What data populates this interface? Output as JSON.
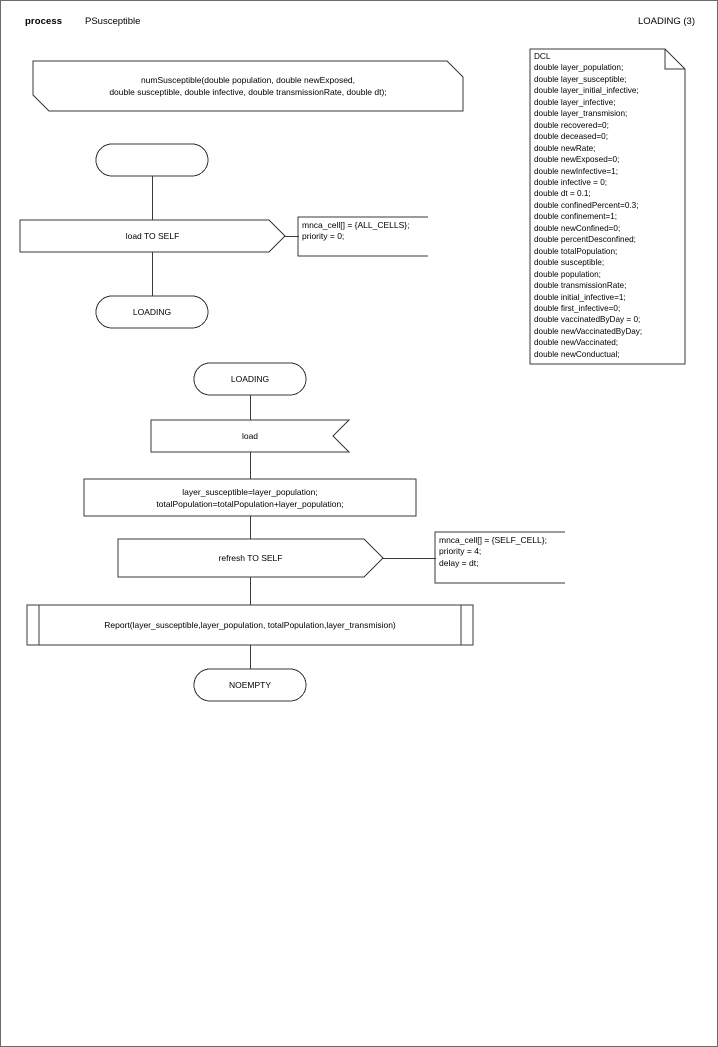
{
  "header": {
    "kind": "process",
    "name": "PSusceptible",
    "page_label": "LOADING (3)"
  },
  "macro": {
    "line1": "numSusceptible(double population, double newExposed,",
    "line2": "double susceptible, double infective, double transmissionRate, double dt);"
  },
  "states": {
    "start": "",
    "loading_first": "LOADING",
    "loading_second": "LOADING",
    "noempty": "NOEMPTY"
  },
  "outputs": {
    "load_to_self": "load TO SELF",
    "refresh_to_self": "refresh TO SELF"
  },
  "inputs": {
    "load": "load"
  },
  "task": {
    "line1": "layer_susceptible=layer_population;",
    "line2": "totalPopulation=totalPopulation+layer_population;"
  },
  "procedure_call": {
    "label": "Report(layer_susceptible,layer_population, totalPopulation,layer_transmision)"
  },
  "comments": {
    "load_comment": "mnca_cell[] = {ALL_CELLS};\npriority = 0;",
    "refresh_comment": "mnca_cell[] = {SELF_CELL};\npriority = 4;\ndelay = dt;"
  },
  "dcl_note": {
    "title": "DCL",
    "declarations": [
      "double layer_population;",
      "double layer_susceptible;",
      "double layer_initial_infective;",
      "double layer_infective;",
      "double layer_transmision;",
      "double recovered=0;",
      "double deceased=0;",
      "double newRate;",
      "double newExposed=0;",
      "double newInfective=1;",
      "double infective = 0;",
      "double dt = 0.1;",
      "double confinedPercent=0.3;",
      "double confinement=1;",
      "double newConfined=0;",
      "double percentDesconfined;",
      "double totalPopulation;",
      "double susceptible;",
      "double population;",
      "double transmissionRate;",
      "double initial_infective=1;",
      "double first_infective=0;",
      "double vaccinatedByDay = 0;",
      "double newVaccinatedByDay;",
      "double newVaccinated;",
      "double newConductual;"
    ]
  },
  "colors": {
    "stroke": "#3a3a3a",
    "page_border": "#6b6b6b",
    "text": "#000000",
    "background": "#ffffff"
  }
}
